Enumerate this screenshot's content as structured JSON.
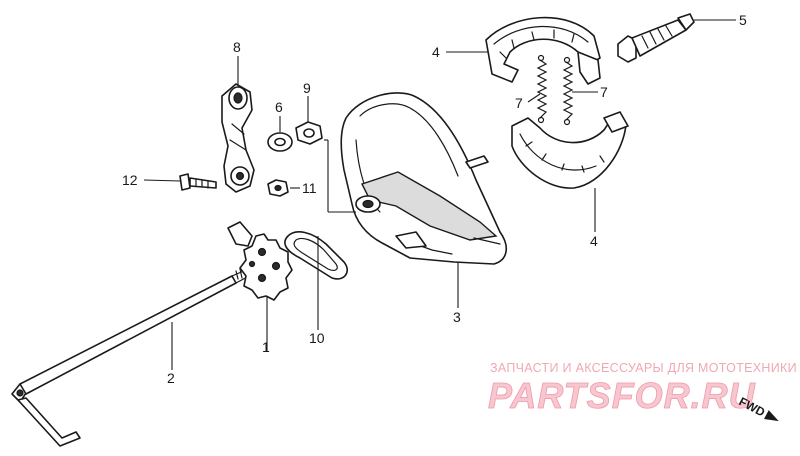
{
  "callouts": {
    "c1": "1",
    "c2": "2",
    "c3": "3",
    "c4a": "4",
    "c4b": "4",
    "c5": "5",
    "c6": "6",
    "c7a": "7",
    "c7b": "7",
    "c8": "8",
    "c9": "9",
    "c10": "10",
    "c11": "11",
    "c12": "12"
  },
  "watermark": {
    "subtitle": "ЗАПЧАСТИ И АКСЕССУАРЫ ДЛЯ МОТОТЕХНИКИ",
    "brand": "PARTSFOR.RU",
    "color": "#f7c6cf"
  },
  "direction": {
    "label": "FWD"
  }
}
